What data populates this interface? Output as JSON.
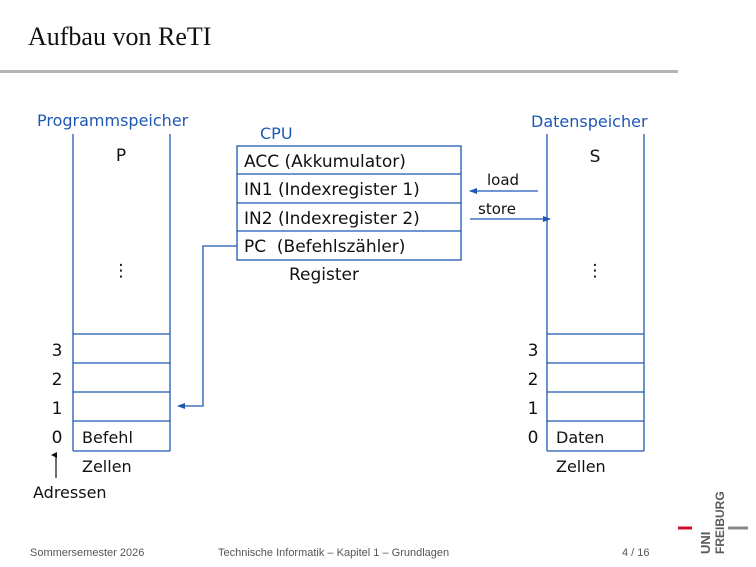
{
  "slide": {
    "title": "Aufbau von ReTI"
  },
  "diagram": {
    "program_memory": {
      "label": "Programmspeicher",
      "name": "P",
      "ellipsis": "⋮",
      "addresses": [
        "3",
        "2",
        "1",
        "0"
      ],
      "cell0": "Befehl",
      "cells_label": "Zellen",
      "address_label": "Adressen"
    },
    "cpu": {
      "label": "CPU",
      "registers": [
        "ACC (Akkumulator)",
        "IN1 (Indexregister 1)",
        "IN2 (Indexregister 2)",
        "PC  (Befehlszähler)"
      ],
      "registers_label": "Register"
    },
    "data_memory": {
      "label": "Datenspeicher",
      "name": "S",
      "ellipsis": "⋮",
      "addresses": [
        "3",
        "2",
        "1",
        "0"
      ],
      "cell0": "Daten",
      "cells_label": "Zellen"
    },
    "arrows": {
      "load": "load",
      "store": "store"
    },
    "colors": {
      "blue": "#1f57b4",
      "text": "#111111"
    }
  },
  "footer": {
    "semester": "Sommersemester 2026",
    "course": "Technische Informatik – Kapitel 1 – Grundlagen",
    "page": "4 / 16"
  },
  "logo": {
    "text_line1": "UNI",
    "text_line2": "FREIBURG"
  }
}
